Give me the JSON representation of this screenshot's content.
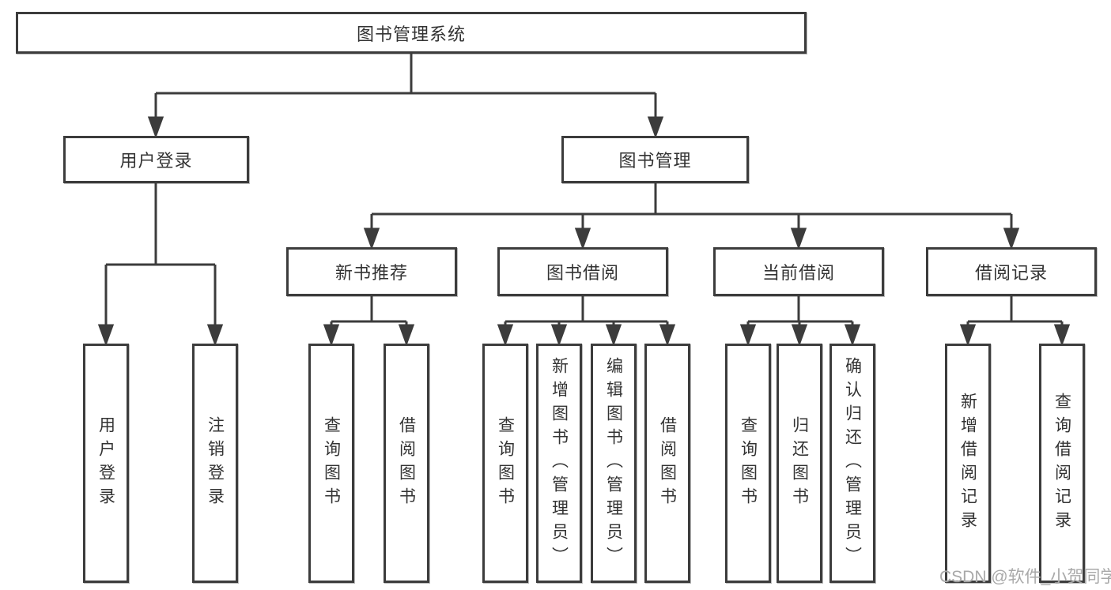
{
  "colors": {
    "line": "#3c3c3c",
    "box_border": "#3c3c3c",
    "text": "#333333",
    "watermark": "#a9a9a9",
    "background": "#ffffff"
  },
  "diagram": {
    "root": {
      "label": "图书管理系统"
    },
    "level2": [
      {
        "id": "user-login",
        "label": "用户登录"
      },
      {
        "id": "book-management",
        "label": "图书管理"
      }
    ],
    "level3": [
      {
        "id": "new-book-recommend",
        "parent": "图书管理",
        "label": "新书推荐"
      },
      {
        "id": "book-borrow",
        "parent": "图书管理",
        "label": "图书借阅"
      },
      {
        "id": "current-borrow",
        "parent": "图书管理",
        "label": "当前借阅"
      },
      {
        "id": "borrow-records",
        "parent": "图书管理",
        "label": "借阅记录"
      }
    ],
    "leaves": [
      {
        "parent": "用户登录",
        "label": "用户登录"
      },
      {
        "parent": "用户登录",
        "label": "注销登录"
      },
      {
        "parent": "新书推荐",
        "label": "查询图书"
      },
      {
        "parent": "新书推荐",
        "label": "借阅图书"
      },
      {
        "parent": "图书借阅",
        "label": "查询图书"
      },
      {
        "parent": "图书借阅",
        "label": "新增图书（管理员）"
      },
      {
        "parent": "图书借阅",
        "label": "编辑图书（管理员）"
      },
      {
        "parent": "图书借阅",
        "label": "借阅图书"
      },
      {
        "parent": "当前借阅",
        "label": "查询图书"
      },
      {
        "parent": "当前借阅",
        "label": "归还图书"
      },
      {
        "parent": "当前借阅",
        "label": "确认归还（管理员）"
      },
      {
        "parent": "借阅记录",
        "label": "新增借阅记录"
      },
      {
        "parent": "借阅记录",
        "label": "查询借阅记录"
      }
    ]
  },
  "watermark": {
    "text": "CSDN @软件_小贺同学"
  }
}
